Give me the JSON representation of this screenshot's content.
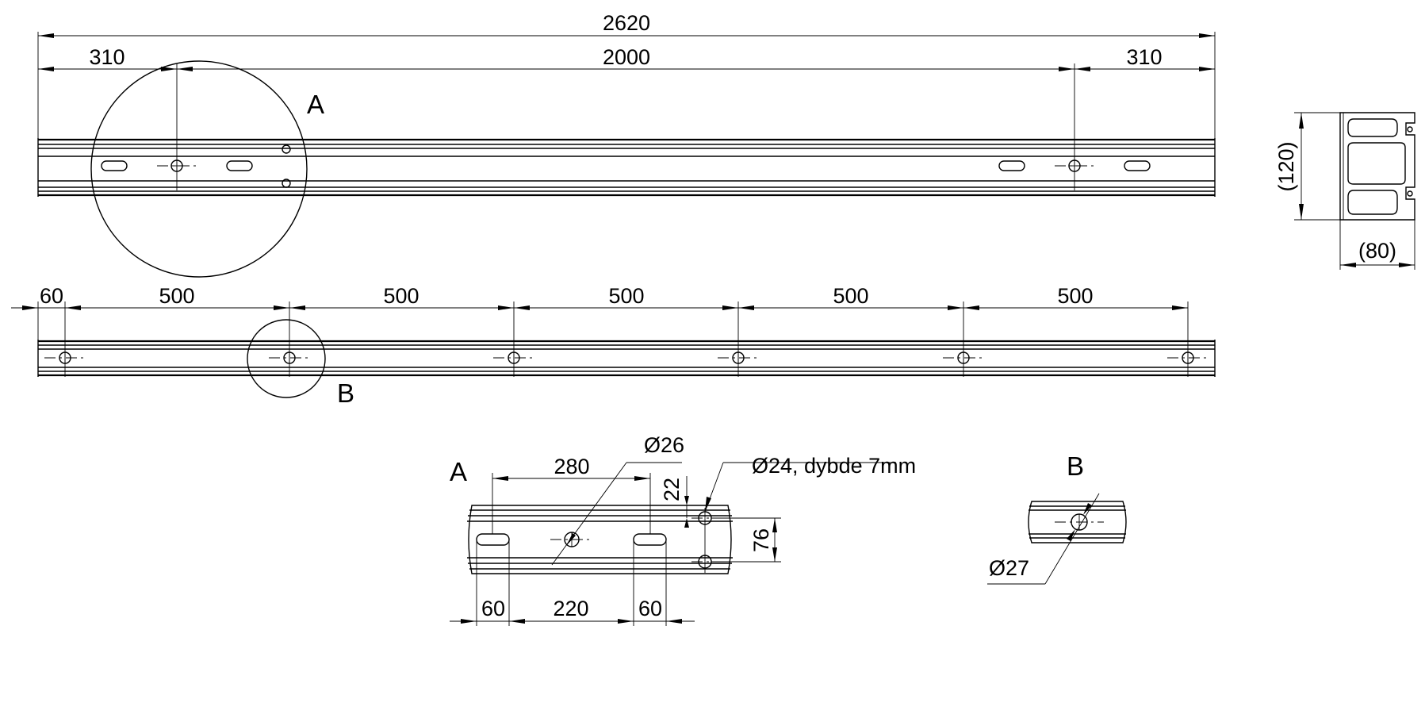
{
  "main_view": {
    "overall_length": "2620",
    "end_offset_left": "310",
    "center_spacing": "2000",
    "end_offset_right": "310",
    "detail_a_marker": "A"
  },
  "hole_view": {
    "first_offset": "60",
    "spacings": [
      "500",
      "500",
      "500",
      "500",
      "500"
    ],
    "detail_b_marker": "B"
  },
  "section_view": {
    "height": "(120)",
    "width": "(80)"
  },
  "detail_a": {
    "title": "A",
    "slot_span": "280",
    "hole_diameter": "Ø26",
    "counterbore_note": "Ø24, dybde 7mm",
    "edge_offset": "22",
    "hole_pair_spacing": "76",
    "slot_length_left": "60",
    "slot_gap": "220",
    "slot_length_right": "60"
  },
  "detail_b": {
    "title": "B",
    "hole_diameter": "Ø27"
  }
}
